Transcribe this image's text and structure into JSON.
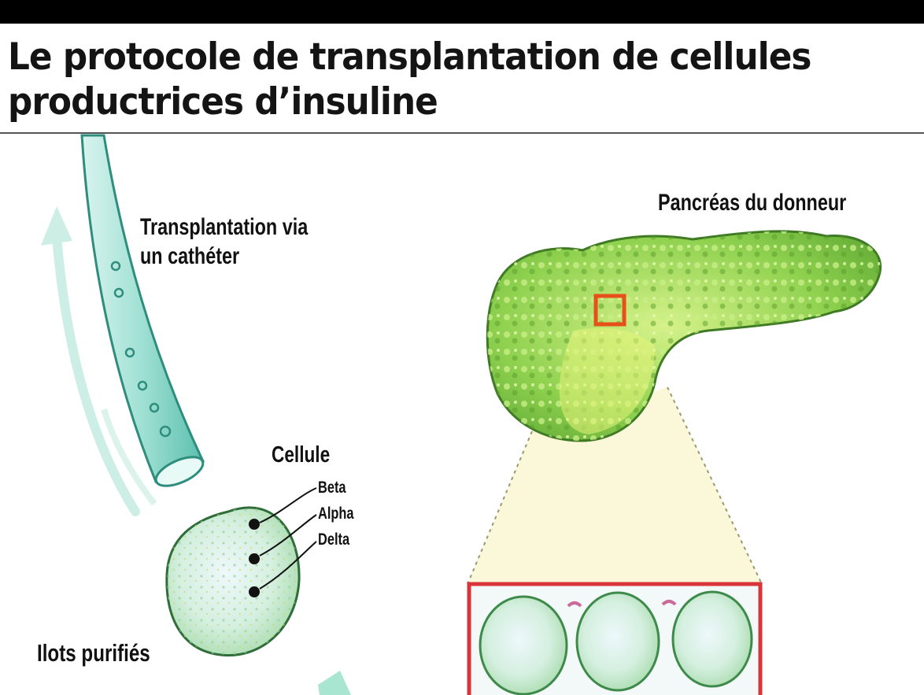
{
  "title": "Le protocole de transplantation de cellules productrices d’insuline",
  "labels": {
    "transplantation": "Transplantation via\nun cathéter",
    "pancreas": "Pancréas du donneur",
    "cellule": "Cellule",
    "cell_types": [
      "Beta",
      "Alpha",
      "Delta"
    ],
    "ilots": "Ilots purifiés"
  },
  "colors": {
    "header_bar": "#000000",
    "pancreas_green": "#8fd14f",
    "islet_green": "#cfeecb",
    "highlight_box": "#e8501a",
    "zoom_frame": "#d9343a",
    "catheter": "#7fd8c8",
    "arrow": "#b7ebdc"
  },
  "icons": [
    "curved-arrow-icon",
    "catheter-tube",
    "pancreas-illustration",
    "islet-cluster",
    "zoom-frame"
  ]
}
